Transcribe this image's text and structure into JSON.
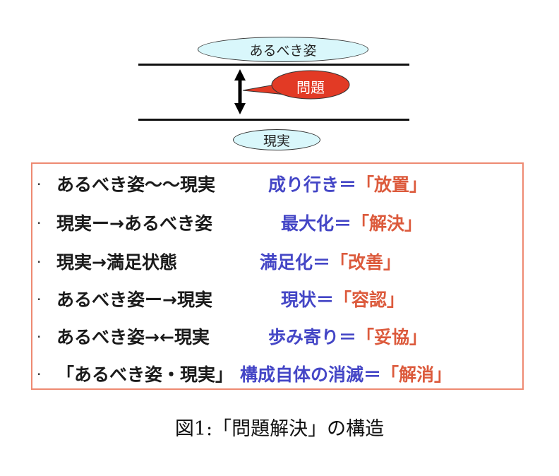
{
  "diagram": {
    "top_label": "あるべき姿",
    "bottom_label": "現実",
    "problem_label": "問題",
    "colors": {
      "ellipse_fill": "#d9f7fb",
      "problem_fill": "#e23a25",
      "box_border": "#ee8a72",
      "blue_text": "#4446c6",
      "red_text": "#dc5a3c"
    }
  },
  "rows": [
    {
      "bullet": "·",
      "left": "あるべき姿～～現実",
      "blue": "成り行き＝",
      "red": "「放置」"
    },
    {
      "bullet": "·",
      "left": "現実ー→あるべき姿",
      "blue": "最大化＝",
      "red": "「解決」"
    },
    {
      "bullet": "·",
      "left": "現実→満足状態",
      "blue": "満足化＝",
      "red": "「改善」"
    },
    {
      "bullet": "·",
      "left": "あるべき姿ー→現実",
      "blue": "現状＝",
      "red": "「容認」"
    },
    {
      "bullet": "·",
      "left": "あるべき姿→←現実",
      "blue": "歩み寄り＝",
      "red": "「妥協」"
    },
    {
      "bullet": "·",
      "left": "「あるべき姿・現実」",
      "blue": "構成自体の消滅＝",
      "red": "「解消」"
    }
  ],
  "caption": "図1:「問題解決」の構造"
}
